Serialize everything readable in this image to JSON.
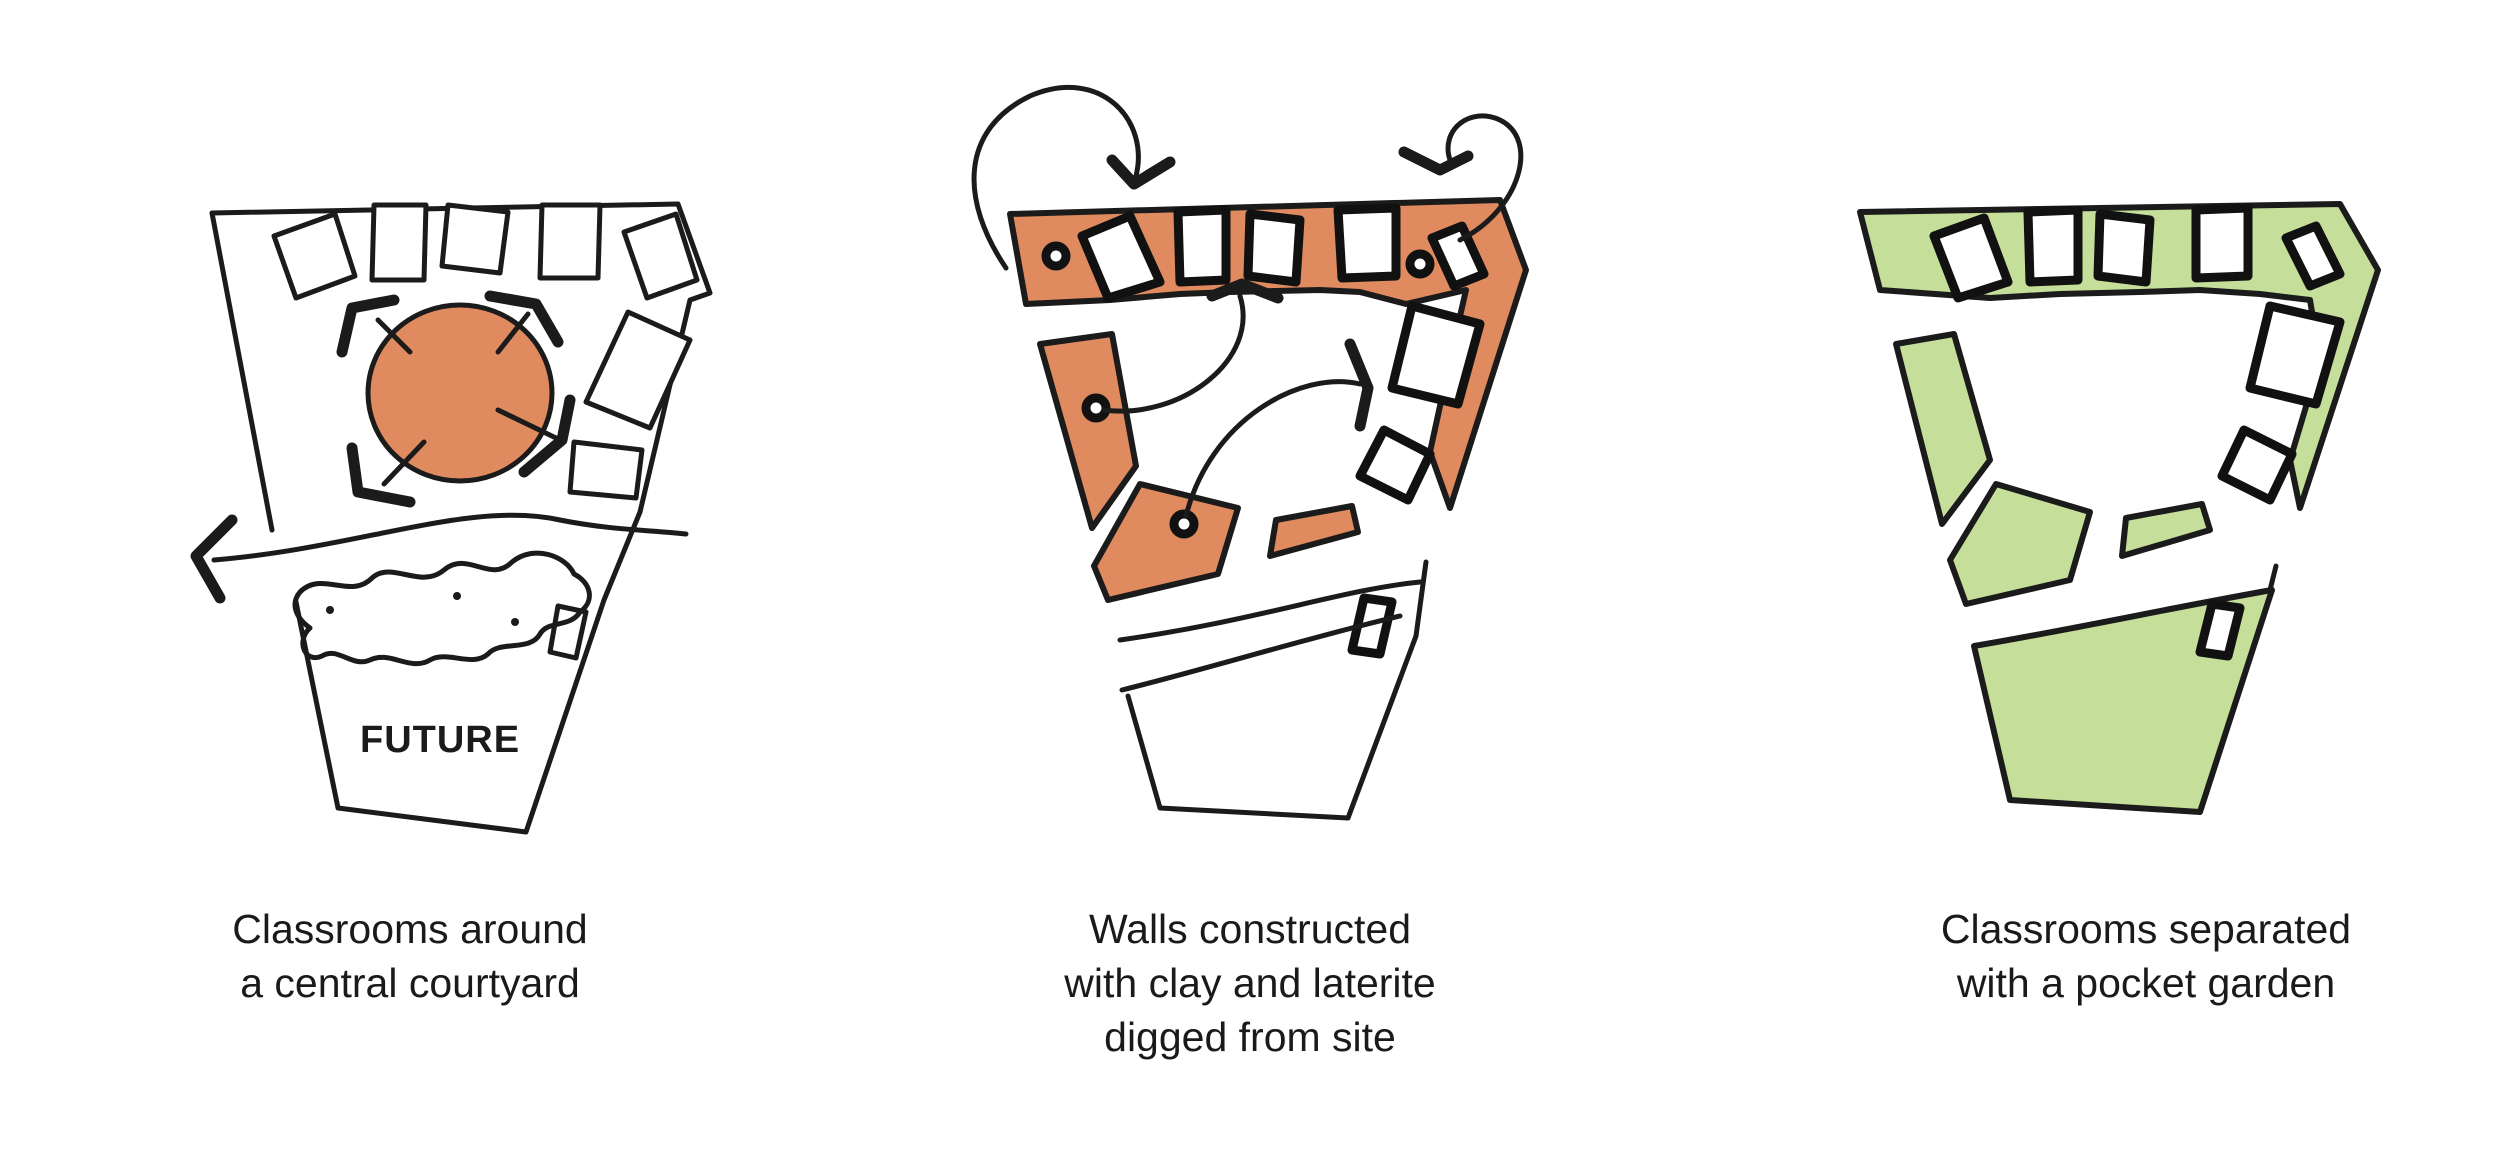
{
  "colors": {
    "ink": "#1b1b1b",
    "clay": "#e08a5f",
    "garden": "#c5df9a",
    "background": "#ffffff"
  },
  "panels": [
    {
      "sketch_label": "FUTURE",
      "caption_lines": [
        "Classrooms around",
        "a central courtyard"
      ]
    },
    {
      "caption_lines": [
        "Walls constructed",
        "with clay and laterite",
        "digged from site"
      ]
    },
    {
      "caption_lines": [
        "Classrooms separated",
        "with a pocket garden"
      ]
    }
  ]
}
